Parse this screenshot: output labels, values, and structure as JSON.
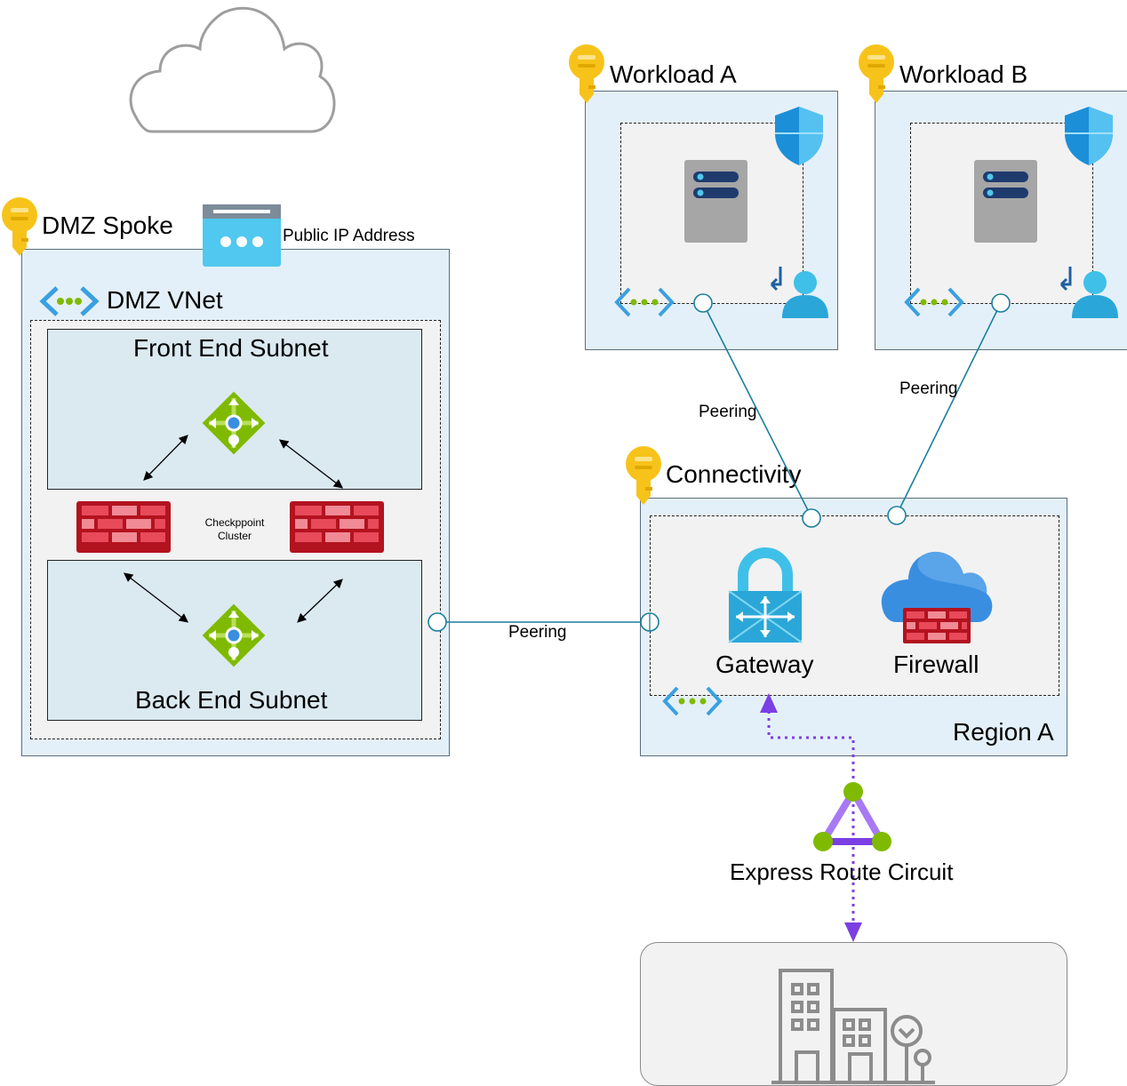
{
  "dmz": {
    "title": "DMZ Spoke",
    "vnet": "DMZ VNet",
    "public_ip": "Public IP Address",
    "front_subnet": "Front End Subnet",
    "back_subnet": "Back End Subnet",
    "cluster": "Checkppoint\nCluster"
  },
  "workload_a": {
    "title": "Workload A"
  },
  "workload_b": {
    "title": "Workload B"
  },
  "connectivity": {
    "title": "Connectivity",
    "gateway": "Gateway",
    "firewall": "Firewall",
    "region": "Region A"
  },
  "links": {
    "peering_a": "Peering",
    "peering_b": "Peering",
    "peering_dmz": "Peering"
  },
  "express_route": "Express Route Circuit",
  "icons": {
    "cloud": "cloud-icon",
    "key": "key-icon",
    "vnet": "vnet-icon",
    "public_ip": "public-ip-icon",
    "load_balancer": "load-balancer-icon",
    "firewall": "firewall-icon",
    "server": "server-icon",
    "shield": "shield-icon",
    "user": "user-icon",
    "gateway": "vpn-gateway-icon",
    "cloud_firewall": "cloud-firewall-icon",
    "express_route": "express-route-icon",
    "building": "building-icon"
  },
  "colors": {
    "container_fill": "#e4f0f9",
    "subnet_fill": "#dbe9f1",
    "peering_line": "#1a7f9c",
    "express_route_line": "#7b3fe4",
    "key_yellow": "#f7c31a"
  }
}
